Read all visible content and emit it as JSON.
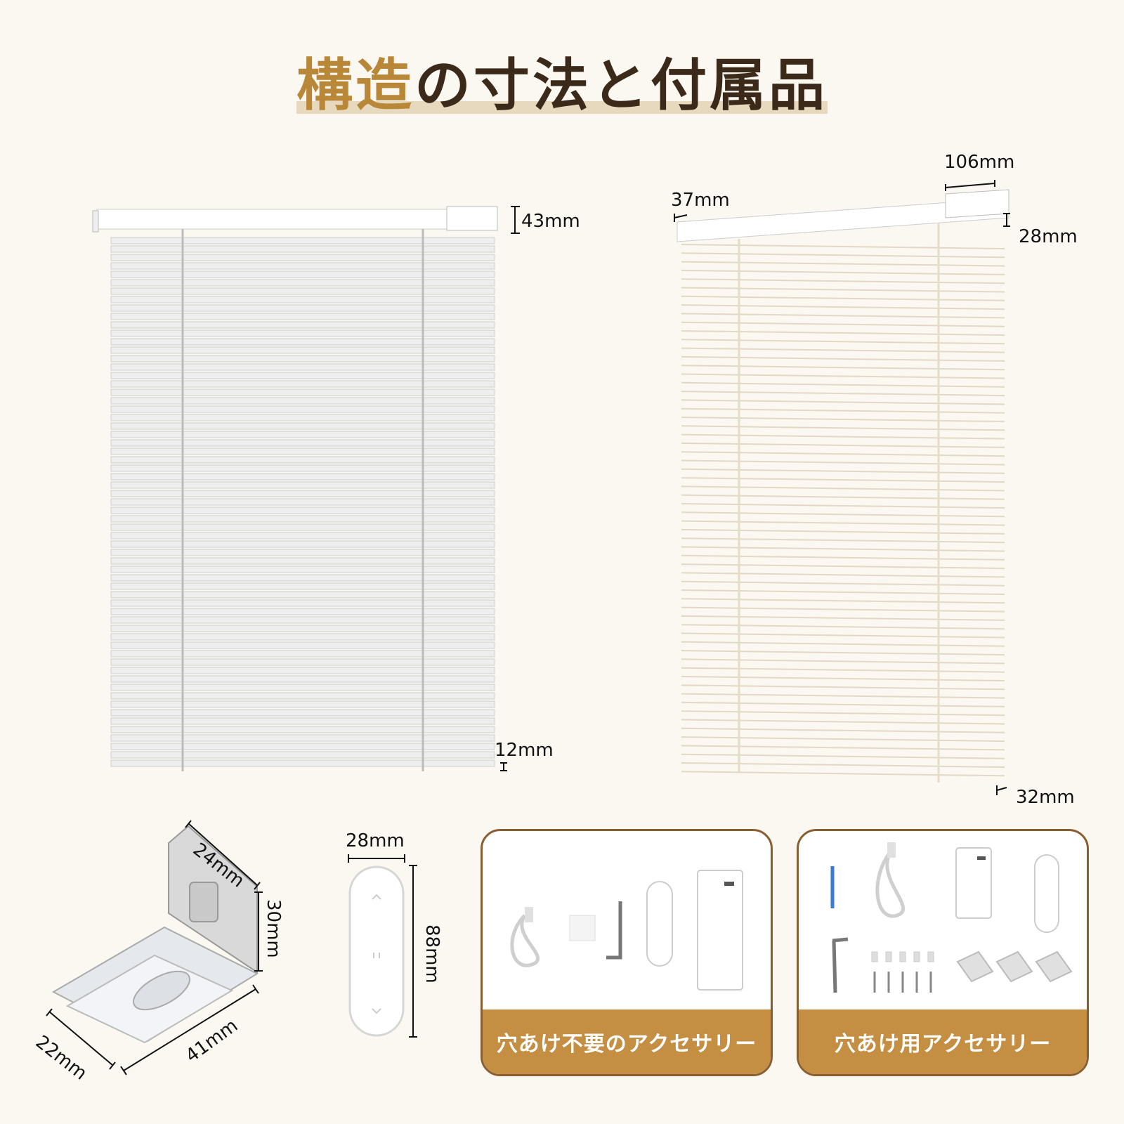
{
  "title": {
    "highlight": "構造",
    "rest": "の寸法と付属品"
  },
  "colors": {
    "accent": "#c48f43",
    "title_highlight": "#b88738",
    "title_text": "#3b2a1a",
    "background": "#fbf8f1",
    "panel_border": "#8b5e32"
  },
  "blind_front": {
    "head_height": "43mm",
    "slat_height": "12mm"
  },
  "blind_side": {
    "headrail_depth": "37mm",
    "motor_width": "106mm",
    "headrail_height": "28mm",
    "bottom_rail": "32mm"
  },
  "bracket": {
    "top": "24mm",
    "side": "30mm",
    "bottom_left": "22mm",
    "bottom_right": "41mm"
  },
  "remote": {
    "width": "28mm",
    "height": "88mm"
  },
  "panels": [
    {
      "label": "穴あけ不要のアクセサリー",
      "items": [
        "usb-cable-icon",
        "adhesive-pad-icon",
        "hex-wrench-icon",
        "remote-icon",
        "battery-pack-icon"
      ]
    },
    {
      "label": "穴あけ用アクセサリー",
      "items": [
        "screwdriver-icon",
        "usb-cable-icon",
        "battery-pack-icon",
        "remote-icon",
        "hex-wrench-icon",
        "wall-plug-icon",
        "screw-icon",
        "bracket-icon"
      ]
    }
  ]
}
